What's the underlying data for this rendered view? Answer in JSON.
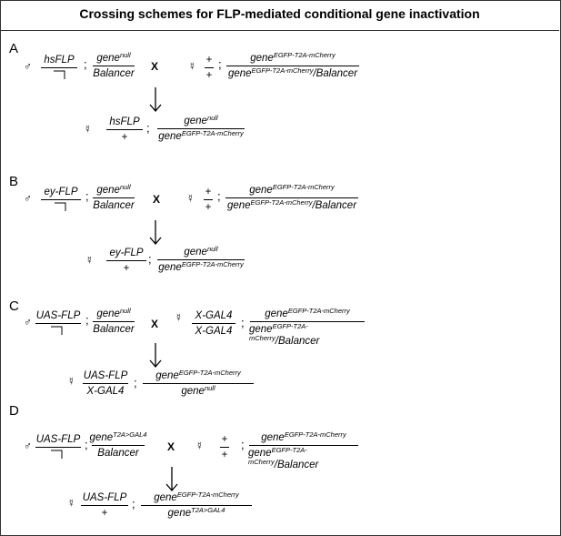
{
  "title": "Crossing schemes for FLP-mediated conditional gene inactivation",
  "symbols": {
    "male": "♂",
    "female": "☿",
    "cross": "X",
    "sep": ";"
  },
  "common": {
    "gene": "gene",
    "null": "null",
    "balancer": "Balancer",
    "reporter": "EGFP-T2A-mCherry",
    "slash_balancer": "/Balancer",
    "plus": "+",
    "t2a_gal4": "T2A>GAL4"
  },
  "panels": {
    "A": {
      "label": "A",
      "flp": "hsFLP"
    },
    "B": {
      "label": "B",
      "flp": "ey-FLP"
    },
    "C": {
      "label": "C",
      "flp": "UAS-FLP",
      "driver": "X-GAL4"
    },
    "D": {
      "label": "D",
      "flp": "UAS-FLP"
    }
  }
}
